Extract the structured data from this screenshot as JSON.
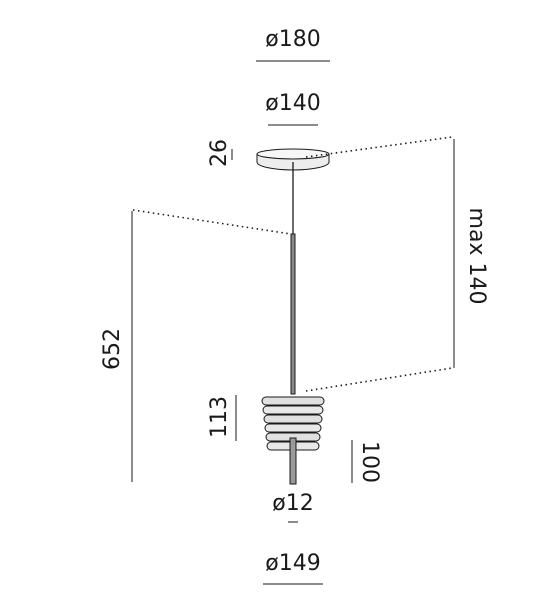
{
  "dimensions": {
    "canopy_outer_diameter": "ø180",
    "canopy_inner_diameter": "ø140",
    "canopy_height": "26",
    "max_drop": "max 140",
    "overall_height": "652",
    "shade_height": "113",
    "shade_bottom": "100",
    "rod_diameter": "ø12",
    "shade_diameter": "ø149"
  }
}
